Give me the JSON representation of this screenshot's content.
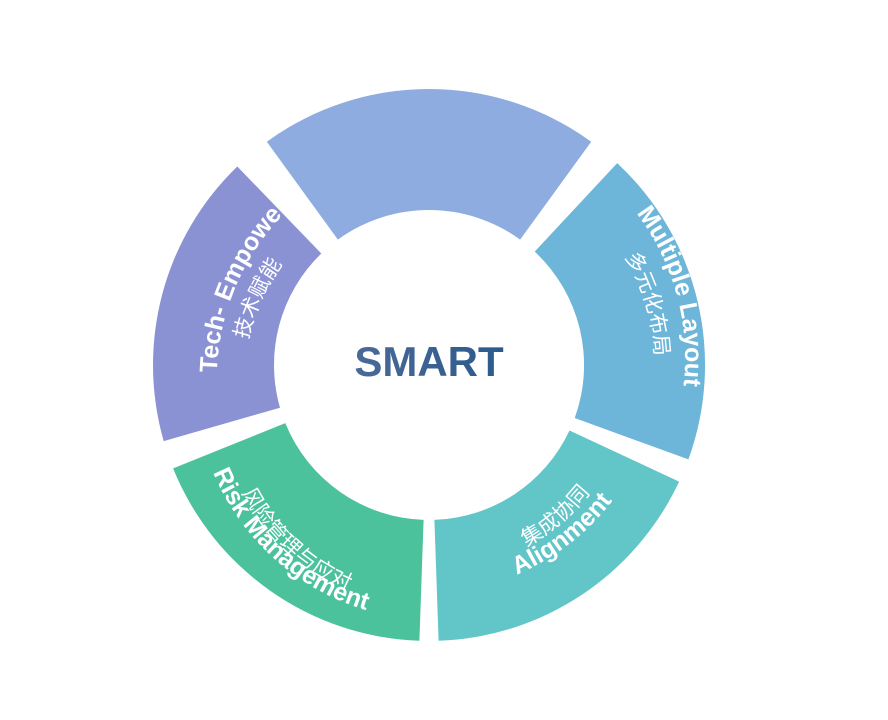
{
  "center": {
    "title": "SMART",
    "gradient": [
      "#4a6a98",
      "#2a5a8c"
    ]
  },
  "segments": [
    {
      "key": "top",
      "color": "#8eacdf",
      "title": "",
      "subtitle": ""
    },
    {
      "key": "multiple-layout",
      "color": "#6db6d9",
      "title": "Multiple Layout",
      "subtitle": "多元化布局"
    },
    {
      "key": "alignment",
      "color": "#62c5c8",
      "title": "Alignment",
      "subtitle": "集成协同"
    },
    {
      "key": "risk-management",
      "color": "#4cc29c",
      "title": "Risk Management",
      "subtitle": "风险管理与应对"
    },
    {
      "key": "tech-empower",
      "color": "#8a92d4",
      "title": "Tech- Empower",
      "subtitle": "技术赋能"
    }
  ]
}
